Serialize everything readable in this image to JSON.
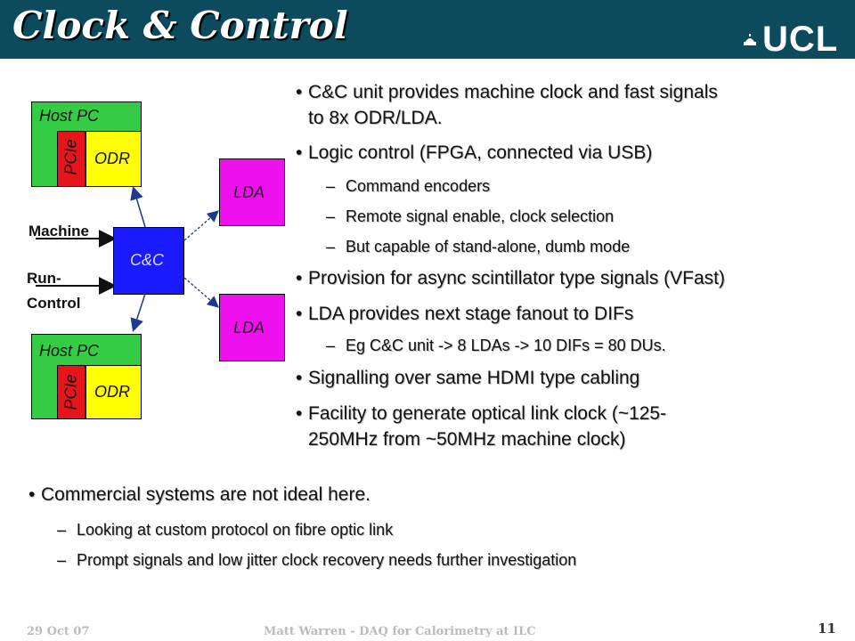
{
  "title": "Clock & Control",
  "logo": "UCL",
  "diagram": {
    "host_pc_label": "Host PC",
    "pcie_label": "PCIe",
    "odr_label": "ODR",
    "lda_label": "LDA",
    "cc_label": "C&C",
    "machine_label": "Machine",
    "run_label_1": "Run-",
    "run_label_2": "Control"
  },
  "right_bullets": [
    {
      "text": "C&C unit provides machine clock and fast signals"
    },
    {
      "text": "to 8x ODR/LDA."
    },
    {
      "text": "Logic control (FPGA, connected via USB)"
    },
    {
      "text": "Command encoders"
    },
    {
      "text": "Remote signal enable, clock selection"
    },
    {
      "text": "But capable of stand-alone, dumb mode"
    },
    {
      "text": "Provision for async scintillator type signals (VFast)"
    },
    {
      "text": "LDA provides next stage fanout to DIFs"
    },
    {
      "text": "Eg C&C unit -> 8 LDAs -> 10 DIFs = 80 DUs."
    },
    {
      "text": "Signalling over same HDMI type cabling"
    },
    {
      "text": "Facility to generate optical link clock (~125-"
    },
    {
      "text": "250MHz from ~50MHz machine clock)"
    }
  ],
  "bottom_bullets": [
    {
      "text": "Commercial systems are not ideal here."
    },
    {
      "text": "Looking at custom protocol on fibre optic link"
    },
    {
      "text": "Prompt signals and low jitter clock recovery needs further investigation"
    }
  ],
  "footer": {
    "date": "29 Oct 07",
    "author": "Matt Warren  -  DAQ for Calorimetry at ILC",
    "page": "11"
  }
}
